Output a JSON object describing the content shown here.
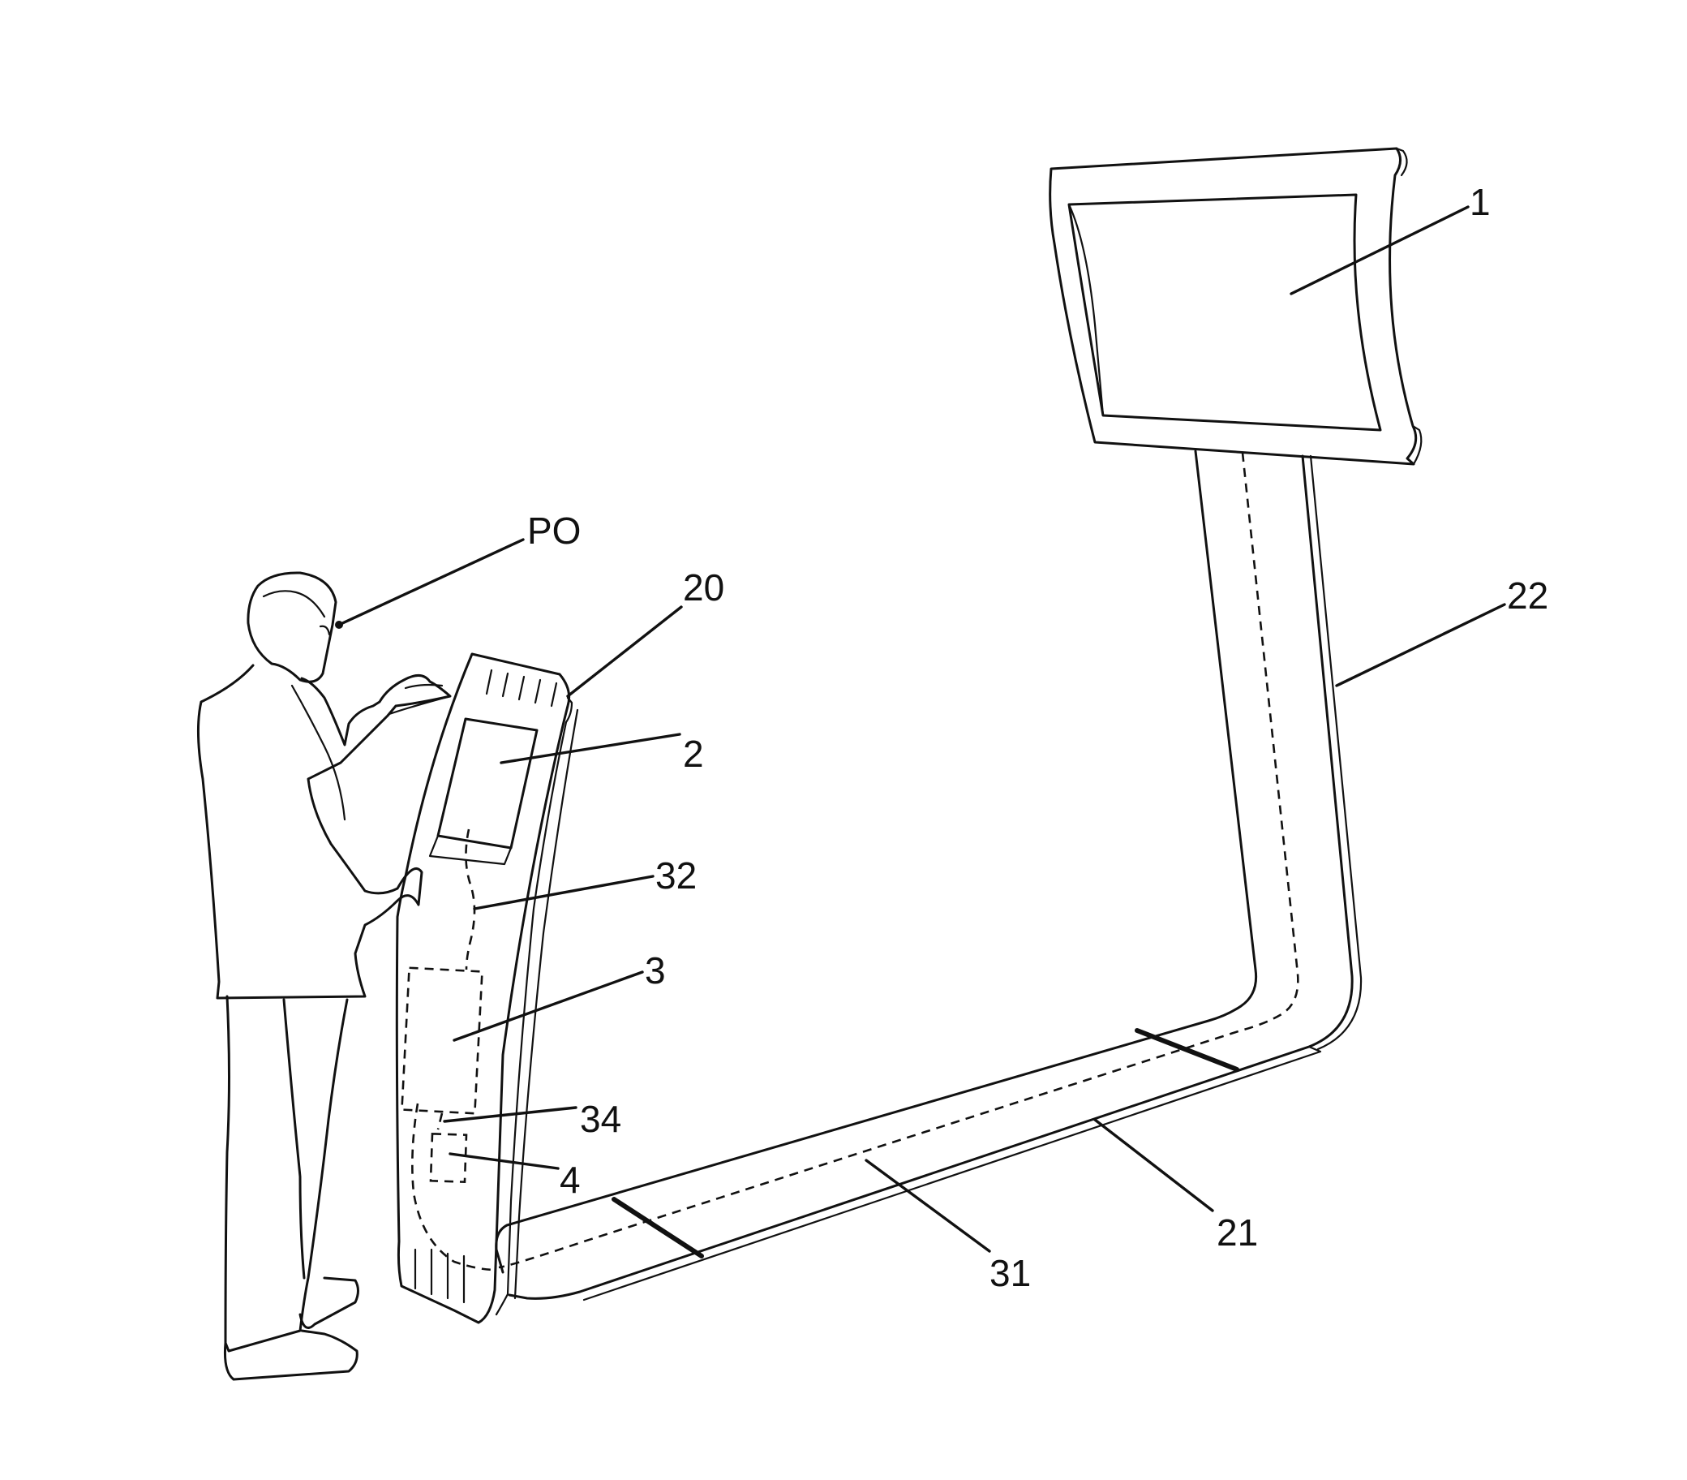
{
  "labels": {
    "display": "1",
    "user_point": "PO",
    "kiosk": "20",
    "touchscreen": "2",
    "wall_arm": "22",
    "inner_wire": "32",
    "control_unit": "3",
    "connector": "34",
    "module": "4",
    "floor_cable": "31",
    "floor_channel": "21"
  },
  "colors": {
    "ink": "#111111",
    "paper": "#ffffff"
  }
}
